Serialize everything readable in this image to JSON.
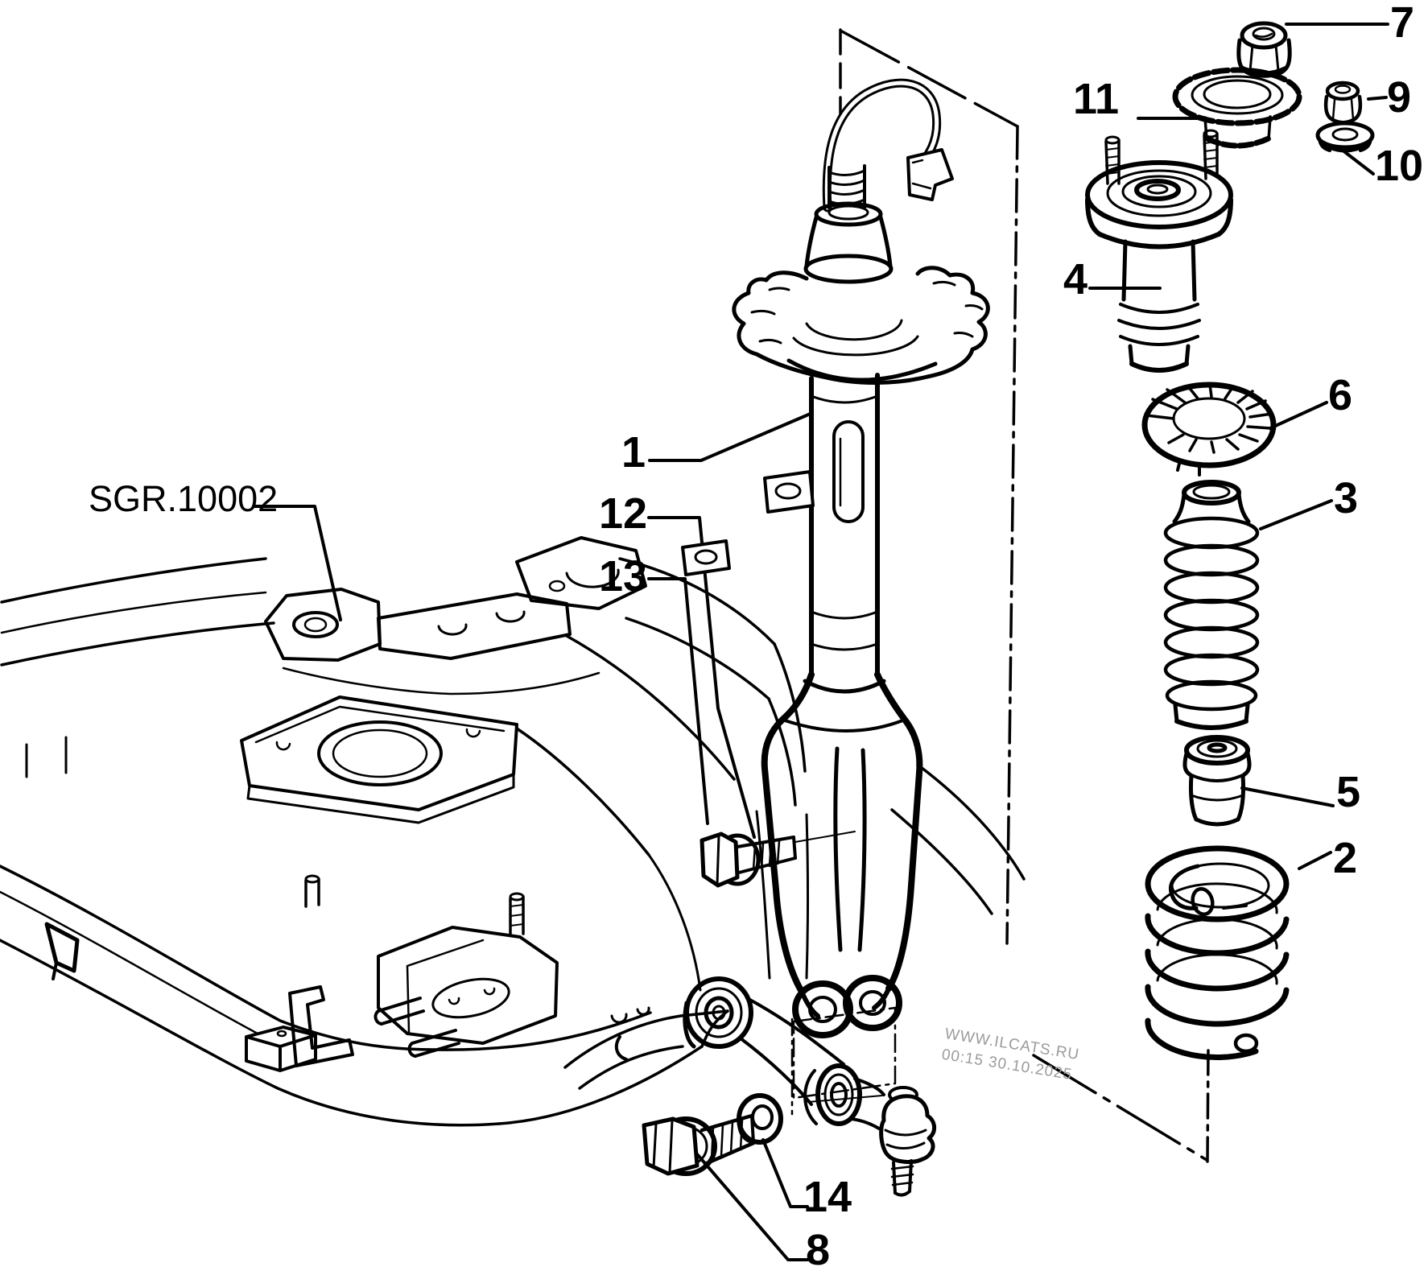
{
  "figure": {
    "background_color": "#ffffff",
    "line_color": "#000000",
    "watermark_color": "#9b9b9b"
  },
  "frame_label": {
    "text": "SGR.10002"
  },
  "watermark": {
    "line1": "WWW.ILCATS.RU",
    "line2": "00:15 30.10.2025"
  },
  "callouts": {
    "c1": {
      "label": "1"
    },
    "c2": {
      "label": "2"
    },
    "c3": {
      "label": "3"
    },
    "c4": {
      "label": "4"
    },
    "c5": {
      "label": "5"
    },
    "c6": {
      "label": "6"
    },
    "c7": {
      "label": "7"
    },
    "c8": {
      "label": "8"
    },
    "c9": {
      "label": "9"
    },
    "c10": {
      "label": "10"
    },
    "c11": {
      "label": "11"
    },
    "c12": {
      "label": "12"
    },
    "c13": {
      "label": "13"
    },
    "c14": {
      "label": "14"
    }
  }
}
